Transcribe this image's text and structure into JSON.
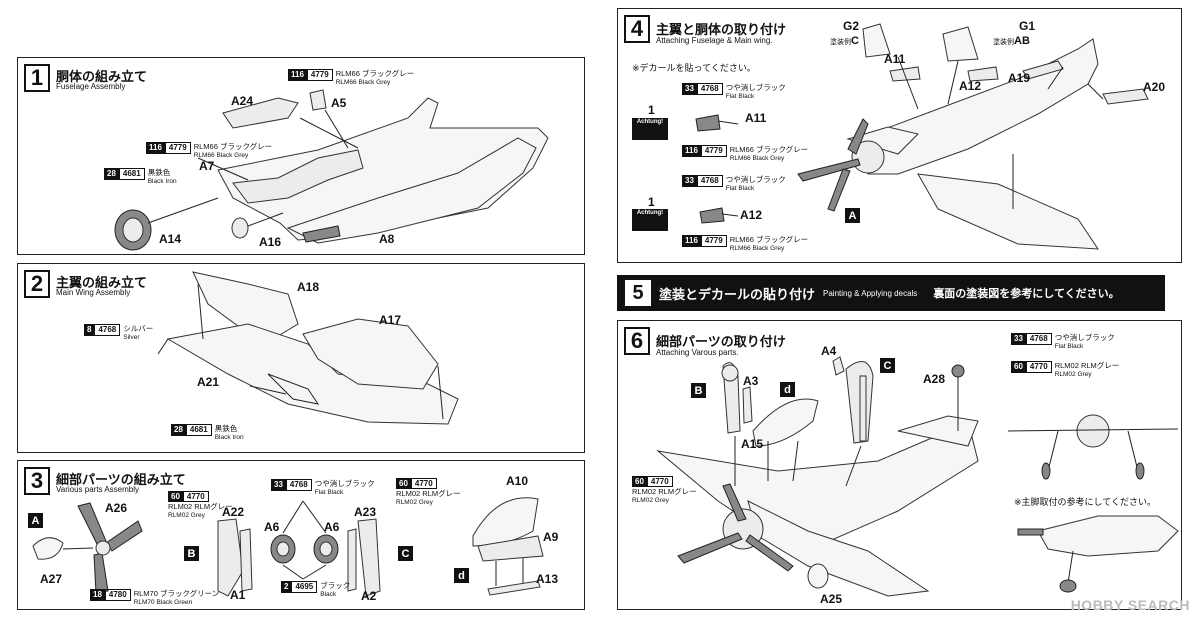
{
  "steps": {
    "s1": {
      "num": "1",
      "jp": "胴体の組み立て",
      "en": "Fuselage Assembly"
    },
    "s2": {
      "num": "2",
      "jp": "主翼の組み立て",
      "en": "Main Wing Assembly"
    },
    "s3": {
      "num": "3",
      "jp": "細部パーツの組み立て",
      "en": "Various parts Assembly"
    },
    "s4": {
      "num": "4",
      "jp": "主翼と胴体の取り付け",
      "en": "Attaching Fuselage & Main wing."
    },
    "s5": {
      "num": "5",
      "jp": "塗装とデカールの貼り付け",
      "en": "Painting & Applying decals",
      "ref": "裏面の塗装図を参考にしてください。"
    },
    "s6": {
      "num": "6",
      "jp": "細部パーツの取り付け",
      "en": "Attaching Varous parts."
    }
  },
  "paints": {
    "rlm66_116": {
      "num": "116",
      "code": "4779",
      "jp": "RLM66 ブラックグレー",
      "en": "RLM66 Black Grey"
    },
    "black_iron": {
      "num": "28",
      "code": "4681",
      "jp": "黒鉄色",
      "en": "Black Iron"
    },
    "silver": {
      "num": "8",
      "code": "4768",
      "jp": "シルバー",
      "en": "Silver"
    },
    "rlm02": {
      "num": "60",
      "code": "4770",
      "jp": "RLM02 RLMグレー",
      "en": "RLM02 Grey"
    },
    "flat_black": {
      "num": "33",
      "code": "4768",
      "jp": "つや消しブラック",
      "en": "Flat Black"
    },
    "black": {
      "num": "2",
      "code": "4695",
      "jp": "ブラック",
      "en": "Black"
    },
    "rlm70": {
      "num": "18",
      "code": "4780",
      "jp": "RLM70 ブラックグリーン",
      "en": "RLM70 Black Green"
    }
  },
  "parts": {
    "A1": "A1",
    "A2": "A2",
    "A3": "A3",
    "A4": "A4",
    "A5": "A5",
    "A6": "A6",
    "A7": "A7",
    "A8": "A8",
    "A9": "A9",
    "A10": "A10",
    "A11": "A11",
    "A12": "A12",
    "A13": "A13",
    "A14": "A14",
    "A15": "A15",
    "A16": "A16",
    "A17": "A17",
    "A18": "A18",
    "A19": "A19",
    "A20": "A20",
    "A21": "A21",
    "A22": "A22",
    "A23": "A23",
    "A24": "A24",
    "A25": "A25",
    "A26": "A26",
    "A27": "A27",
    "A28": "A28",
    "G1": "G1",
    "G2": "G2"
  },
  "letters": {
    "a": "A",
    "b": "B",
    "c": "C",
    "d": "d",
    "one": "1"
  },
  "notes": {
    "decal": "※デカールを貼ってください。",
    "gear_ref": "※主脚取付の参考にしてください。",
    "marking_c": "塗装例",
    "marking_c_letter": "C",
    "marking_ab": "塗装例",
    "marking_ab_letter": "AB",
    "achtung": "Achtung!"
  },
  "watermark": "HOBBY SEARCH",
  "colors": {
    "ink": "#111111",
    "panel_border": "#222222",
    "part_fill": "#ececec",
    "banner_bg": "#111111"
  }
}
